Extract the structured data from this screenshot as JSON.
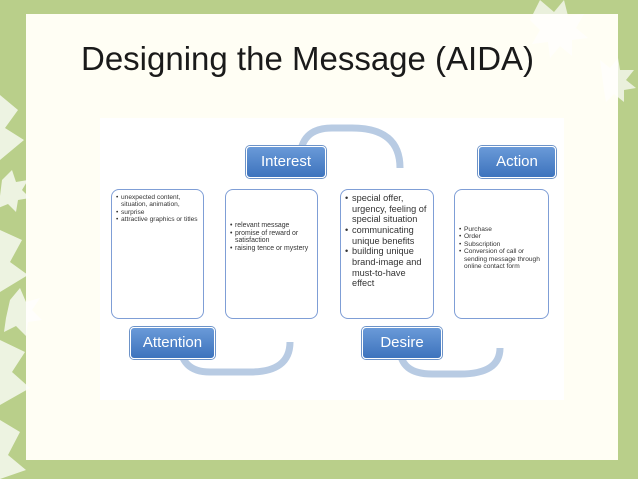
{
  "slide": {
    "title": "Designing the Message (AIDA)"
  },
  "colors": {
    "background_green": "#b9cf8a",
    "label_blue": "#4a7fc4",
    "card_border": "#7f9ed6",
    "arc_color": "#b8cbe3"
  },
  "diagram": {
    "labels": {
      "attention": "Attention",
      "interest": "Interest",
      "desire": "Desire",
      "action": "Action"
    },
    "attention_items": [
      "unexpected content, situation, animation,",
      "surprise",
      "attractive graphics or titles"
    ],
    "interest_items": [
      "relevant message",
      "promise of reward or satisfaction",
      "raising tence or mystery"
    ],
    "desire_items": [
      "special offer, urgency, feeling of special situation",
      "communicating unique benefits",
      "building unique brand-image and must-to-have effect"
    ],
    "action_items": [
      "Purchase",
      "Order",
      "Subscription",
      "Conversion of call or sending message through online contact form"
    ]
  }
}
